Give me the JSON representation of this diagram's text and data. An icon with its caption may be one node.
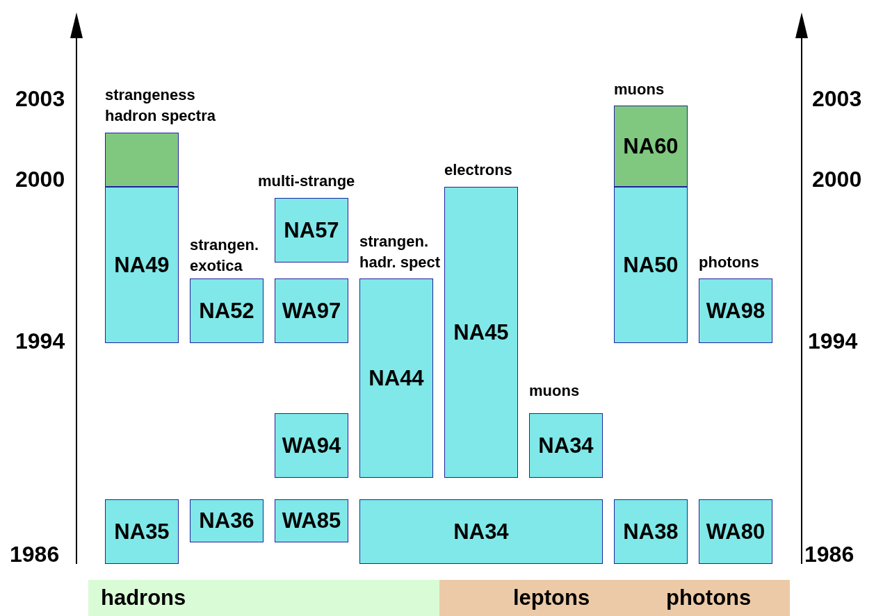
{
  "diagram": {
    "nodes": [
      {
        "text": [
          "strangeness hadron spectra"
        ]
      },
      {
        "text": [
          "NA49"
        ]
      },
      {
        "text": [
          "strangen. exotica",
          "NA52"
        ]
      },
      {
        "text": [
          "multi-strange",
          "NA57"
        ]
      },
      {
        "text": [
          "WA97"
        ]
      },
      {
        "text": [
          "WA94"
        ]
      },
      {
        "text": [
          "strangen. hadr. spect",
          "NA44"
        ]
      },
      {
        "text": [
          "electrons",
          "NA45"
        ]
      },
      {
        "text": [
          "muons",
          "NA34"
        ]
      },
      {
        "text": [
          "muons",
          "NA60"
        ]
      },
      {
        "text": [
          "NA50"
        ]
      },
      {
        "text": [
          "photons",
          "WA98"
        ]
      },
      {
        "text": [
          "NA35"
        ]
      },
      {
        "text": [
          "NA36"
        ]
      },
      {
        "text": [
          "WA85"
        ]
      },
      {
        "text": [
          "NA34"
        ]
      },
      {
        "text": [
          "NA38"
        ]
      },
      {
        "text": [
          "WA80"
        ]
      },
      {
        "text": [
          "hadrons"
        ]
      },
      {
        "text": [
          "leptons",
          "photons"
        ]
      }
    ],
    "labels": [
      "2003",
      "2003",
      "2000",
      "2000",
      "1994",
      "1994",
      "1986",
      "1986"
    ]
  }
}
